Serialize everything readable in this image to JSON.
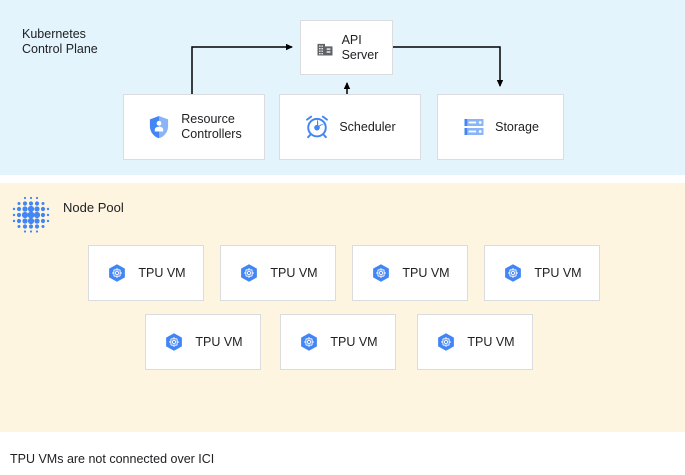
{
  "diagram": {
    "footer_note": "TPU VMs are not connected over ICI",
    "colors": {
      "control_plane_bg": "#e3f4fd",
      "node_pool_bg": "#fdf5e0",
      "card_bg": "#ffffff",
      "card_border": "#dadce0",
      "accent_blue": "#4285f4",
      "accent_blue_light": "#8ab4f8",
      "icon_gray": "#5f6368",
      "text": "#202124",
      "connector": "#000000"
    }
  },
  "control_plane": {
    "title": "Kubernetes\nControl Plane",
    "nodes": [
      {
        "id": "api-server",
        "label": "API\nServer",
        "icon": "building-icon"
      },
      {
        "id": "resource-controllers",
        "label": "Resource\nControllers",
        "icon": "shield-person-icon"
      },
      {
        "id": "scheduler",
        "label": "Scheduler",
        "icon": "alarm-clock-icon"
      },
      {
        "id": "storage",
        "label": "Storage",
        "icon": "server-rack-icon"
      }
    ],
    "connections": [
      {
        "from": "resource-controllers",
        "to": "api-server",
        "style": "elbow-up-right"
      },
      {
        "from": "scheduler",
        "to": "api-server",
        "style": "straight-up"
      },
      {
        "from": "api-server",
        "to": "storage",
        "style": "elbow-right-down"
      }
    ]
  },
  "node_pool": {
    "title": "Node Pool",
    "icon": "dot-matrix-icon",
    "rows": [
      {
        "items": [
          {
            "label": "TPU VM",
            "icon": "tpu-hex-icon"
          },
          {
            "label": "TPU VM",
            "icon": "tpu-hex-icon"
          },
          {
            "label": "TPU VM",
            "icon": "tpu-hex-icon"
          },
          {
            "label": "TPU VM",
            "icon": "tpu-hex-icon"
          }
        ]
      },
      {
        "items": [
          {
            "label": "TPU VM",
            "icon": "tpu-hex-icon"
          },
          {
            "label": "TPU VM",
            "icon": "tpu-hex-icon"
          },
          {
            "label": "TPU VM",
            "icon": "tpu-hex-icon"
          }
        ]
      }
    ]
  }
}
